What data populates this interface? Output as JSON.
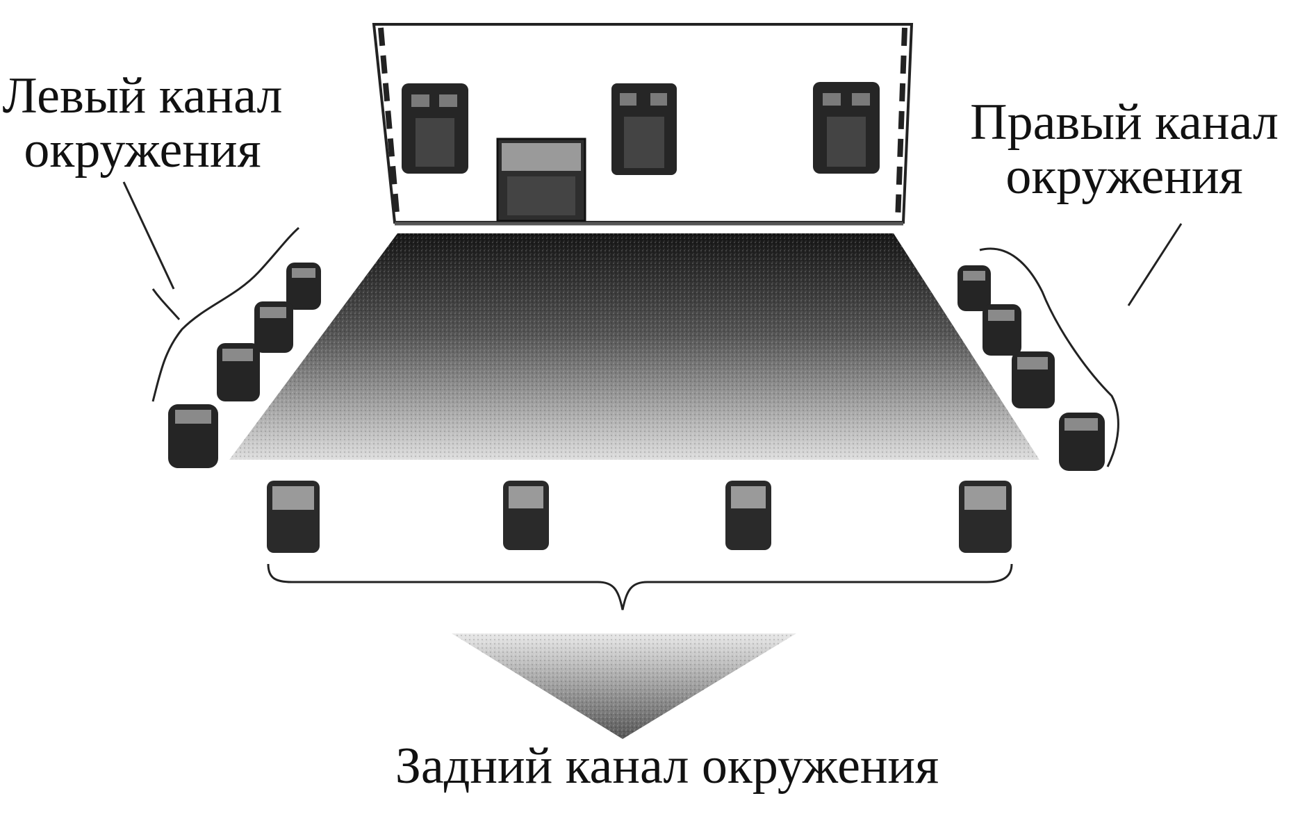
{
  "labels": {
    "left_surround": [
      "Левый канал",
      "окружения"
    ],
    "right_surround": [
      "Правый канал",
      "окружения"
    ],
    "rear_surround": "Задний канал окружения"
  },
  "colors": {
    "background": "#ffffff",
    "ink": "#111111",
    "floor_dark": "#1a1a1a",
    "floor_light": "#d8d8d8",
    "speaker_body": "#2b2b2b"
  },
  "groups": {
    "screen_speakers": [
      "screen-speaker-left",
      "subwoofer",
      "screen-speaker-center",
      "screen-speaker-right"
    ],
    "left_surround_speakers": 4,
    "right_surround_speakers": 4,
    "rear_surround_speakers": 4
  }
}
